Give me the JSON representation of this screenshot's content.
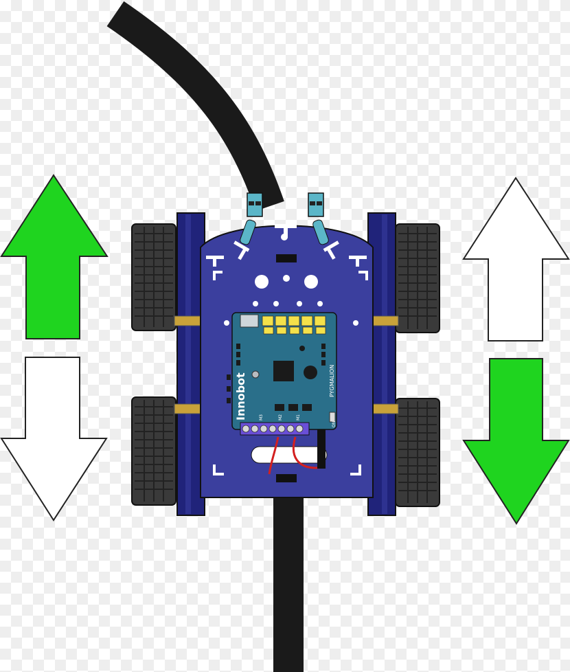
{
  "colors": {
    "arrow_active": "#1fd41f",
    "arrow_inactive": "#ffffff",
    "arrow_stroke": "#222222",
    "track_line": "#1a1a1a",
    "chassis": "#3b3f9e",
    "chassis_dark": "#20237a",
    "tire": "#3a3a3a",
    "board": "#2a6f8a",
    "sensor": "#5bb6c8"
  },
  "left_arrows": {
    "up": {
      "icon": "arrow-up-icon",
      "state": "active"
    },
    "down": {
      "icon": "arrow-down-icon",
      "state": "inactive"
    }
  },
  "right_arrows": {
    "up": {
      "icon": "arrow-up-icon",
      "state": "inactive"
    },
    "down": {
      "icon": "arrow-down-icon",
      "state": "active"
    }
  },
  "robot": {
    "board_name": "Innobot",
    "brand": "PYGMALION",
    "motor_labels": [
      "M3",
      "M2",
      "M1"
    ],
    "switch_label": "ON"
  }
}
